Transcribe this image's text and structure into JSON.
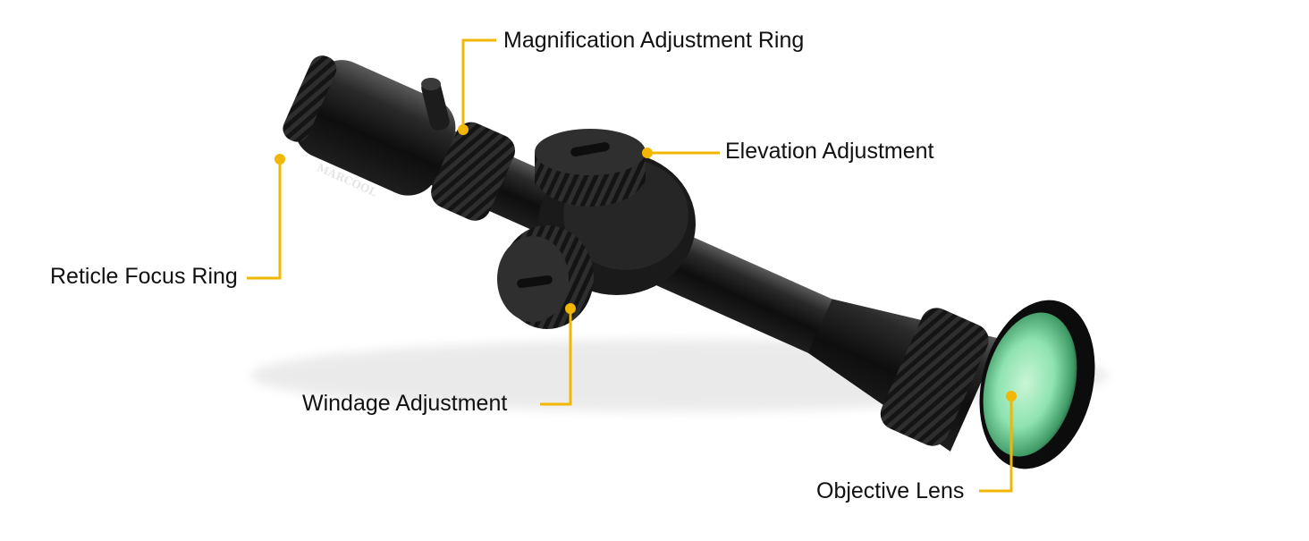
{
  "brand": "MARCOOL",
  "callouts": {
    "magnification": "Magnification Adjustment Ring",
    "elevation": "Elevation Adjustment",
    "reticle": "Reticle Focus Ring",
    "windage": "Windage Adjustment",
    "objective": "Objective Lens"
  },
  "colors": {
    "leader": "#f2b705",
    "scope_body": "#1a1a1a",
    "lens": "#8fe3b0",
    "text": "#111111"
  }
}
